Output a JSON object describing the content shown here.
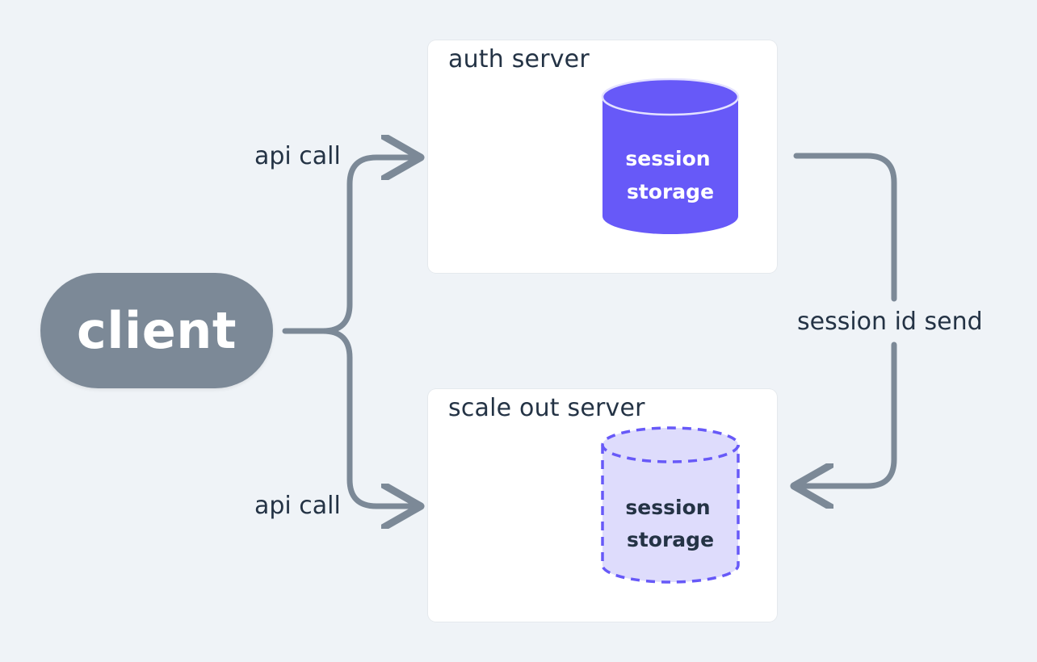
{
  "client": {
    "label": "client"
  },
  "servers": [
    {
      "title": "auth server",
      "storage": {
        "line1": "session",
        "line2": "storage",
        "fill": "#6759f8",
        "text_color": "#ffffff",
        "style": "solid"
      }
    },
    {
      "title": "scale out server",
      "storage": {
        "line1": "session",
        "line2": "storage",
        "fill": "#dedcfc",
        "stroke": "#6759f8",
        "text_color": "#243345",
        "style": "dashed"
      }
    }
  ],
  "edges": {
    "api_call_top": "api call",
    "api_call_bottom": "api call",
    "session_id_send": "session id send"
  },
  "colors": {
    "background": "#eff3f7",
    "connector": "#7c8997",
    "text": "#243345"
  }
}
